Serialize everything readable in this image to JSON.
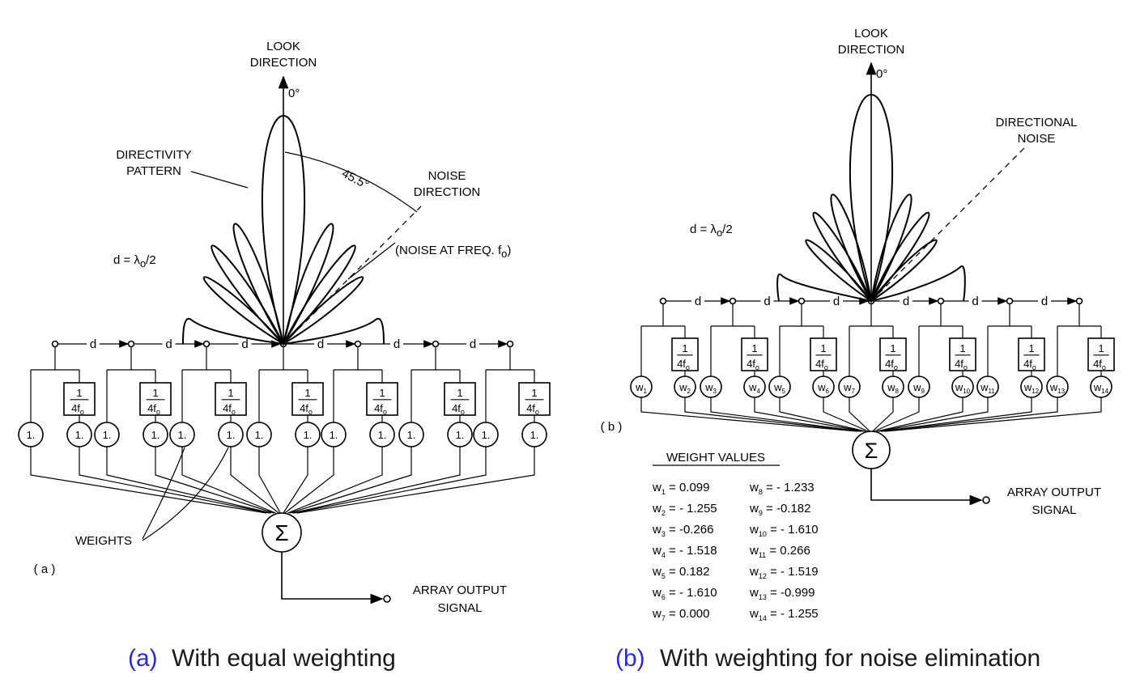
{
  "panel_a": {
    "look_direction_1": "LOOK",
    "look_direction_2": "DIRECTION",
    "angle_zero": "0°",
    "directivity_1": "DIRECTIVITY",
    "directivity_2": "PATTERN",
    "angle_label": "45.5°",
    "noise_dir_1": "NOISE",
    "noise_dir_2": "DIRECTION",
    "noise_freq": "(NOISE AT FREQ. f",
    "noise_freq_sub": "o",
    "noise_freq_end": ")",
    "spacing_eq": "d = λ",
    "spacing_sub": "o",
    "spacing_end": "/2",
    "d_label": "d",
    "delay_num": "1",
    "delay_den": "4f",
    "delay_sub": "o",
    "weight_value": "1.",
    "weights_label": "WEIGHTS",
    "sum_symbol": "Σ",
    "panel_tag": "( a )",
    "output_1": "ARRAY OUTPUT",
    "output_2": "SIGNAL"
  },
  "panel_b": {
    "look_direction_1": "LOOK",
    "look_direction_2": "DIRECTION",
    "angle_zero": "0°",
    "dir_noise_1": "DIRECTIONAL",
    "dir_noise_2": "NOISE",
    "spacing_eq": "d = λ",
    "spacing_sub": "o",
    "spacing_end": "/2",
    "d_label": "d",
    "delay_num": "1",
    "delay_den": "4f",
    "delay_sub": "o",
    "weight_prefix": "w",
    "sum_symbol": "Σ",
    "panel_tag": "( b )",
    "output_1": "ARRAY OUTPUT",
    "output_2": "SIGNAL",
    "weights_title": "WEIGHT  VALUES",
    "weights_left": [
      {
        "name": "w",
        "sub": "1",
        "value": "=  0.099"
      },
      {
        "name": "w",
        "sub": "2",
        "value": "= - 1.255"
      },
      {
        "name": "w",
        "sub": "3",
        "value": "= -0.266"
      },
      {
        "name": "w",
        "sub": "4",
        "value": "= - 1.518"
      },
      {
        "name": "w",
        "sub": "5",
        "value": "=  0.182"
      },
      {
        "name": "w",
        "sub": "6",
        "value": "= - 1.610"
      },
      {
        "name": "w",
        "sub": "7",
        "value": "=  0.000"
      }
    ],
    "weights_right": [
      {
        "name": "w",
        "sub": "8",
        "value": "= - 1.233"
      },
      {
        "name": "w",
        "sub": "9",
        "value": "= -0.182"
      },
      {
        "name": "w",
        "sub": "10",
        "value": "= - 1.610"
      },
      {
        "name": "w",
        "sub": "11",
        "value": "=  0.266"
      },
      {
        "name": "w",
        "sub": "12",
        "value": "= - 1.519"
      },
      {
        "name": "w",
        "sub": "13",
        "value": "= -0.999"
      },
      {
        "name": "w",
        "sub": "14",
        "value": "= - 1.255"
      }
    ]
  },
  "captions": {
    "a_letter": "(a)",
    "a_text": "With equal weighting",
    "b_letter": "(b)",
    "b_text": "With weighting for noise elimination"
  }
}
